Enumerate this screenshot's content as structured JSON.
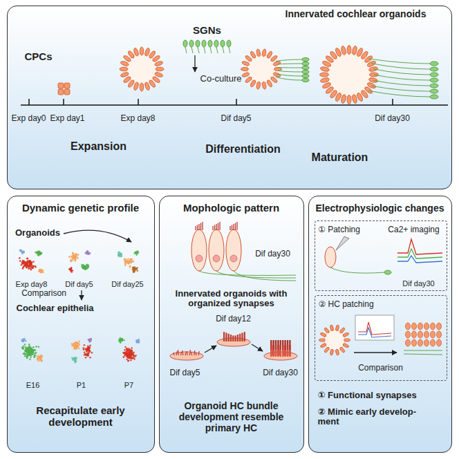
{
  "diagram": {
    "nodes": [
      {
        "text": [
          "CPCs",
          "SGNs",
          "Innervated cochlear organoids",
          "Co-culture",
          "Exp day0",
          "Exp day1",
          "Exp day8",
          "Dif day5",
          "Dif day30",
          "Expansion",
          "Differentiation",
          "Maturation"
        ]
      },
      {
        "text": [
          "Dynamic genetic profile",
          "Organoids",
          "Exp day8",
          "Dif day5",
          "Dif day25",
          "Comparison",
          "Cochlear epithelia",
          "E16",
          "P1",
          "P7",
          "Recapitulate early development"
        ]
      },
      {
        "text": [
          "Mophologic pattern",
          "Dif day30",
          "Innervated organoids with organized synapses",
          "Dif day5",
          "Dif day12",
          "Dif day30",
          "Organoid HC bundle development resemble primary HC"
        ]
      },
      {
        "text": [
          "Electrophysiologic changes",
          "① Functional synapses",
          "② Mimic early develop- ment"
        ]
      },
      {
        "text": [
          "① Patching",
          "Ca2+ imaging",
          "Dif day30"
        ],
        "in": 3
      },
      {
        "text": [
          "② HC patching",
          "Comparison"
        ],
        "in": 3
      }
    ]
  }
}
